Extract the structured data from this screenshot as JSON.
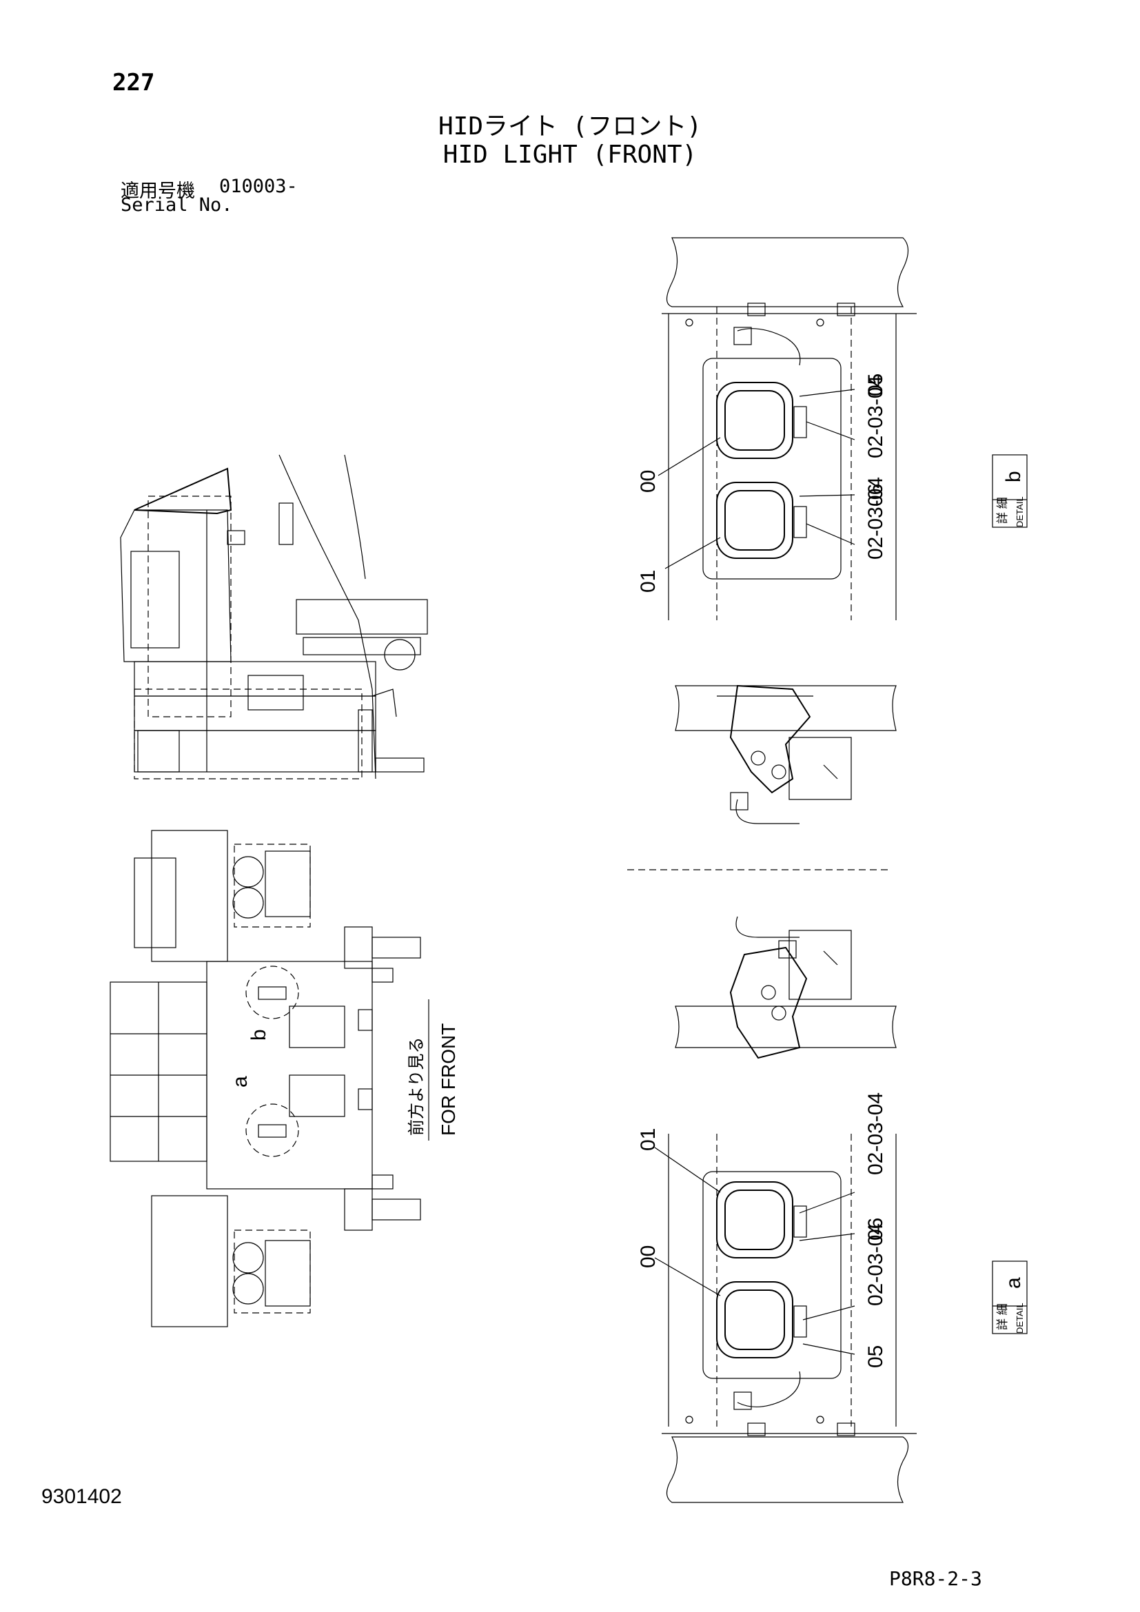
{
  "page_number": "227",
  "title_ja": "HIDライト (フロント)",
  "title_en": "HID LIGHT (FRONT)",
  "serial_label_ja": "適用号機",
  "serial_label_en": "Serial No.",
  "serial_range": "010003-",
  "view_labels": {
    "detail_a": "a",
    "detail_b": "b",
    "front_ja": "前方より見る",
    "front_en": "FOR FRONT"
  },
  "detail_boxes": {
    "b": {
      "ja": "詳 細",
      "en": "DETAIL",
      "letter": "b"
    },
    "a": {
      "ja": "詳 細",
      "en": "DETAIL",
      "letter": "a"
    }
  },
  "callouts": {
    "top": [
      "05",
      "02-03-04",
      "00",
      "06",
      "02-03-04",
      "01"
    ],
    "bottom": [
      "01",
      "02-03-04",
      "06",
      "00",
      "02-03-04",
      "05"
    ]
  },
  "drawing_code": "9301402",
  "sheet_ref": "P8R8-2-3"
}
